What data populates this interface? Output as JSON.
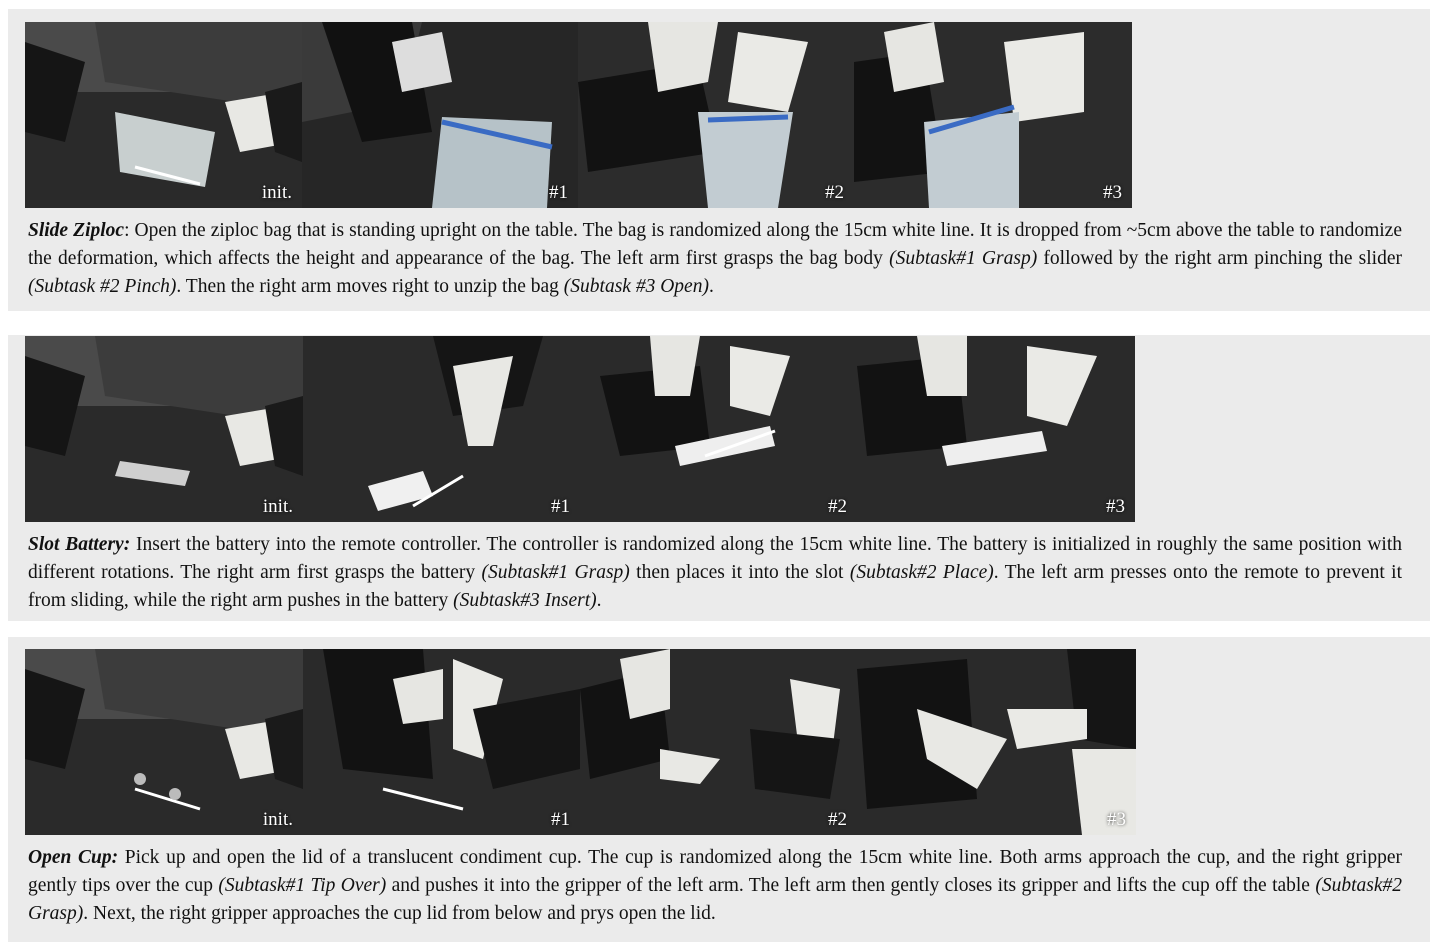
{
  "rows": [
    {
      "frames": [
        {
          "label": "init.",
          "w": 277
        },
        {
          "label": "#1",
          "w": 276
        },
        {
          "label": "#2",
          "w": 276
        },
        {
          "label": "#3",
          "w": 278
        }
      ],
      "caption": {
        "title": "Slide Ziploc",
        "sep": ":",
        "t1": " Open the ziploc bag that is standing upright on the table. The bag is randomized along the 15cm white line. It is dropped from ~5cm above the table to randomize the deformation, which affects the height and appearance of the bag. The left arm first grasps the bag body ",
        "i1": "(Subtask#1 Grasp)",
        "t2": " followed by the right arm pinching the slider ",
        "i2": "(Subtask #2 Pinch)",
        "t3": ". Then the right arm moves right to unzip the bag ",
        "i3": "(Subtask #3 Open)",
        "t4": "."
      }
    },
    {
      "frames": [
        {
          "label": "init.",
          "w": 278
        },
        {
          "label": "#1",
          "w": 277
        },
        {
          "label": "#2",
          "w": 277
        },
        {
          "label": "#3",
          "w": 278
        }
      ],
      "caption": {
        "title": "Slot Battery:",
        "sep": "",
        "t1": " Insert the battery into the remote controller. The controller is randomized along the 15cm white line. The battery is initialized in roughly the same position with different rotations. The right arm first grasps the battery ",
        "i1": "(Subtask#1 Grasp)",
        "t2": " then places it into the slot ",
        "i2": "(Subtask#2 Place)",
        "t3": ". The left arm presses onto the remote to prevent it from sliding, while the right arm pushes in the battery ",
        "i3": "(Subtask#3 Insert)",
        "t4": "."
      }
    },
    {
      "frames": [
        {
          "label": "init.",
          "w": 278
        },
        {
          "label": "#1",
          "w": 277
        },
        {
          "label": "#2",
          "w": 277
        },
        {
          "label": "#3",
          "w": 279
        }
      ],
      "caption": {
        "title": "Open Cup:",
        "sep": "",
        "t1": " Pick up and open the lid of a translucent condiment cup. The cup is randomized along the 15cm white line. Both arms approach the cup, and the right gripper gently tips over the cup ",
        "i1": "(Subtask#1 Tip Over)",
        "t2": " and pushes it into the gripper of the left arm. The left arm then gently closes its gripper and lifts the cup off the table ",
        "i2": "(Subtask#2 Grasp)",
        "t3": ". Next, the right gripper approaches the cup lid from below and prys open the lid.",
        "i3": "",
        "t4": ""
      }
    }
  ]
}
